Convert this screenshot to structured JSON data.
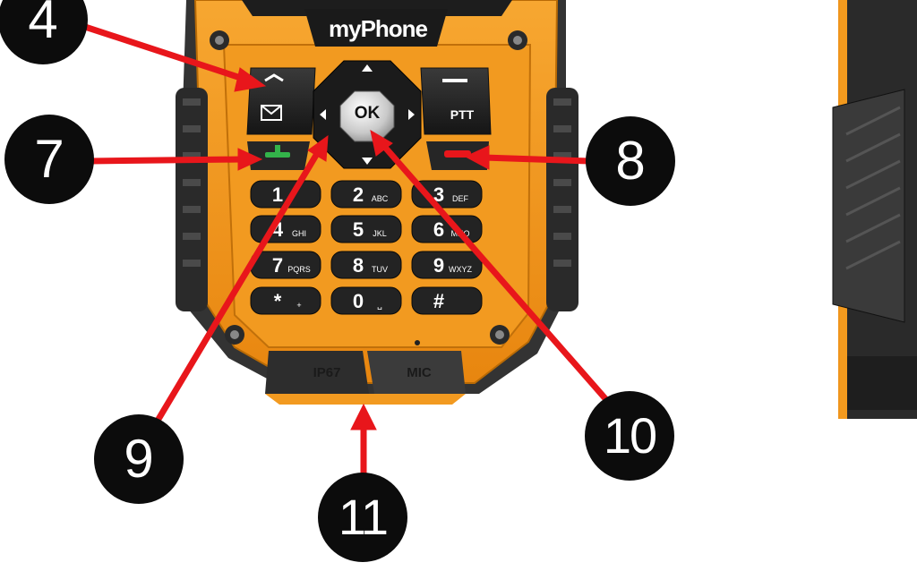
{
  "brand": "myPhone",
  "buttons": {
    "ok": "OK",
    "ptt": "PTT"
  },
  "keypad": [
    {
      "digit": "1",
      "letters": ""
    },
    {
      "digit": "2",
      "letters": "ABC"
    },
    {
      "digit": "3",
      "letters": "DEF"
    },
    {
      "digit": "4",
      "letters": "GHI"
    },
    {
      "digit": "5",
      "letters": "JKL"
    },
    {
      "digit": "6",
      "letters": "MNO"
    },
    {
      "digit": "7",
      "letters": "PQRS"
    },
    {
      "digit": "8",
      "letters": "TUV"
    },
    {
      "digit": "9",
      "letters": "WXYZ"
    },
    {
      "digit": "*",
      "letters": "+"
    },
    {
      "digit": "0",
      "letters": "␣"
    },
    {
      "digit": "#",
      "letters": ""
    }
  ],
  "bottom_cover": {
    "left_label": "IP67",
    "right_label": "MIC"
  },
  "callouts": [
    "4",
    "7",
    "8",
    "9",
    "10",
    "11"
  ],
  "colors": {
    "body_orange": "#f39a1e",
    "bezel_dark": "#2b2b2b",
    "arrow_red": "#e8161b",
    "call_green": "#33b34a",
    "end_red": "#e8161b"
  },
  "icons": [
    "settings-icon",
    "messages-icon",
    "call-icon",
    "end-call-icon",
    "nav-up-icon",
    "nav-down-icon",
    "nav-left-icon",
    "nav-right-icon",
    "screw-icon"
  ]
}
